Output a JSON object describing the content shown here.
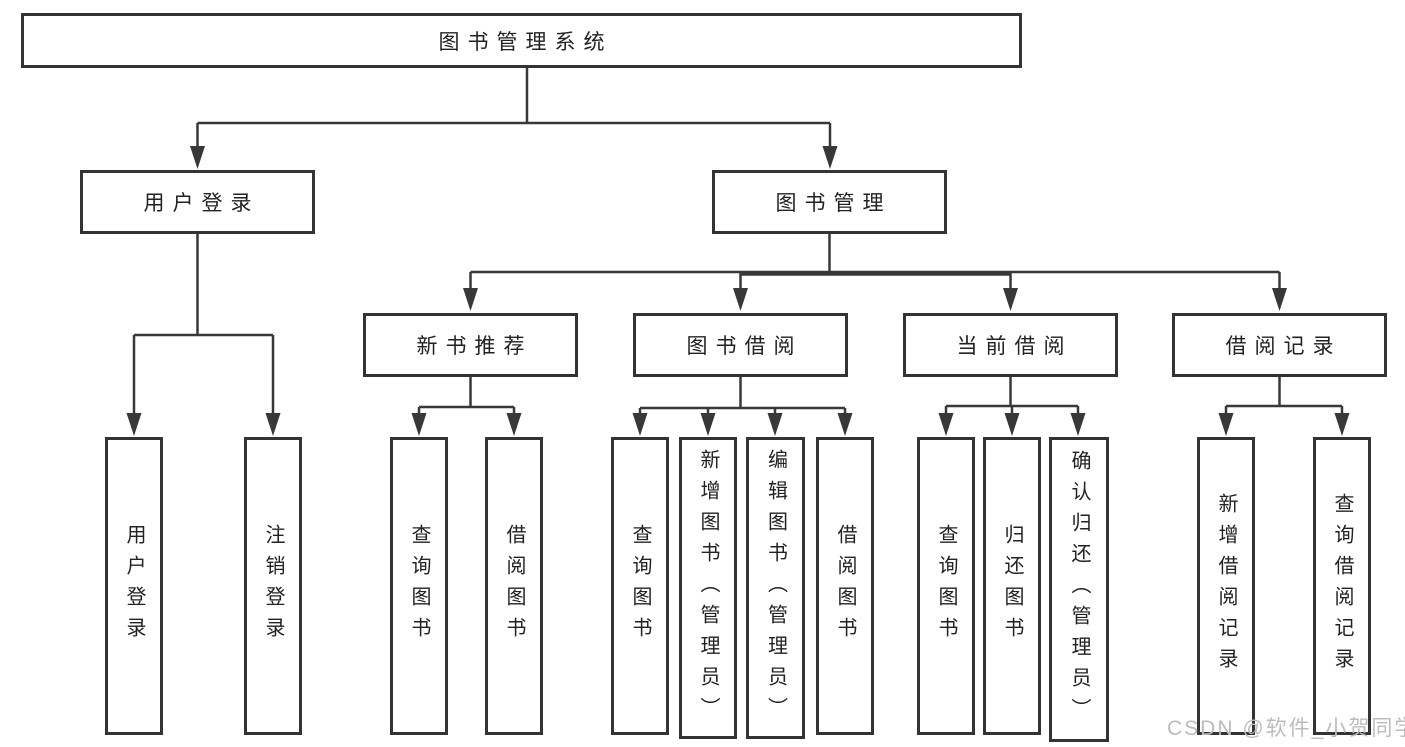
{
  "colors": {
    "line": "#383838",
    "box_border": "#333333",
    "text": "#222222",
    "background": "#ffffff",
    "watermark": "#bcbcbc"
  },
  "tree": {
    "root": {
      "label": "图书管理系统"
    },
    "branches": [
      {
        "label": "用户登录",
        "children": [
          {
            "label": "用户登录"
          },
          {
            "label": "注销登录"
          }
        ]
      },
      {
        "label": "图书管理",
        "children": [
          {
            "label": "新书推荐",
            "children": [
              {
                "label": "查询图书"
              },
              {
                "label": "借阅图书"
              }
            ]
          },
          {
            "label": "图书借阅",
            "children": [
              {
                "label": "查询图书"
              },
              {
                "label": "新增图书（管理员）"
              },
              {
                "label": "编辑图书（管理员）"
              },
              {
                "label": "借阅图书"
              }
            ]
          },
          {
            "label": "当前借阅",
            "children": [
              {
                "label": "查询图书"
              },
              {
                "label": "归还图书"
              },
              {
                "label": "确认归还（管理员）"
              }
            ]
          },
          {
            "label": "借阅记录",
            "children": [
              {
                "label": "新增借阅记录"
              },
              {
                "label": "查询借阅记录"
              }
            ]
          }
        ]
      }
    ]
  },
  "watermark": {
    "text": "CSDN @软件_小贺同学"
  }
}
